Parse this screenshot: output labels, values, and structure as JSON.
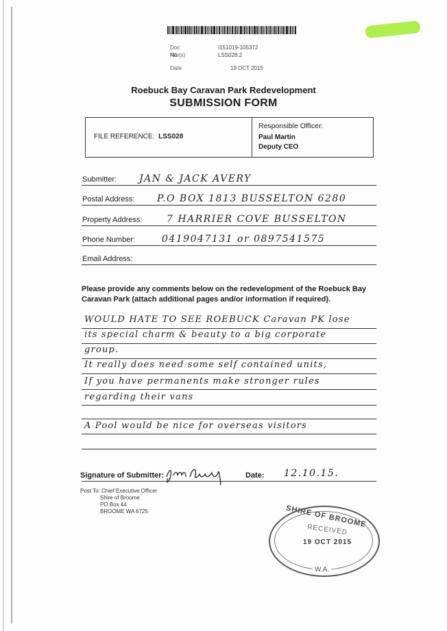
{
  "document": {
    "barcode_label": "barcode",
    "meta": {
      "doc_no_label": "Doc No",
      "doc_no": "I151019-105372",
      "files_label": "File(s)",
      "files": "LSS028.2",
      "date_label": "Date",
      "date": "19 OCT 2015"
    },
    "title": "Roebuck Bay Caravan Park Redevelopment",
    "subtitle": "SUBMISSION FORM",
    "file_reference_label": "FILE REFERENCE:",
    "file_reference": "LSS028",
    "responsible_officer_label": "Responsible Officer:",
    "responsible_officer_name": "Paul Martin",
    "responsible_officer_title": "Deputy CEO",
    "fields": {
      "submitter_label": "Submitter:",
      "submitter": "JAN & JACK AVERY",
      "postal_label": "Postal Address:",
      "postal": "P.O BOX 1813   BUSSELTON   6280",
      "property_label": "Property Address:",
      "property": "7 HARRIER COVE   BUSSELTON",
      "phone_label": "Phone Number:",
      "phone": "0419047131  or  0897541575",
      "email_label": "Email Address:",
      "email": ""
    },
    "comments_prompt": "Please provide any comments below on the redevelopment of the Roebuck Bay Caravan Park (attach additional pages and/or information if required).",
    "comments": [
      "WOULD HATE TO SEE ROEBUCK Caravan PK lose",
      "its special charm & beauty to a big corporate",
      "group.",
      "It really does need some self contained units,",
      "If you have permanents make stronger rules",
      "regarding their vans",
      "",
      "A Pool would be nice for overseas visitors",
      ""
    ],
    "signature_label": "Signature of Submitter:",
    "date_label": "Date:",
    "signed_date": "12.10.15.",
    "post_to": [
      "Post To: Chief Executive Officer",
      "Shire of Broome",
      "PO Box 44",
      "BROOME  WA  6725"
    ],
    "stamp": {
      "shire": "SHIRE OF BROOME",
      "received": "RECEIVED",
      "date": "19 OCT 2015",
      "state": "W.A."
    }
  }
}
